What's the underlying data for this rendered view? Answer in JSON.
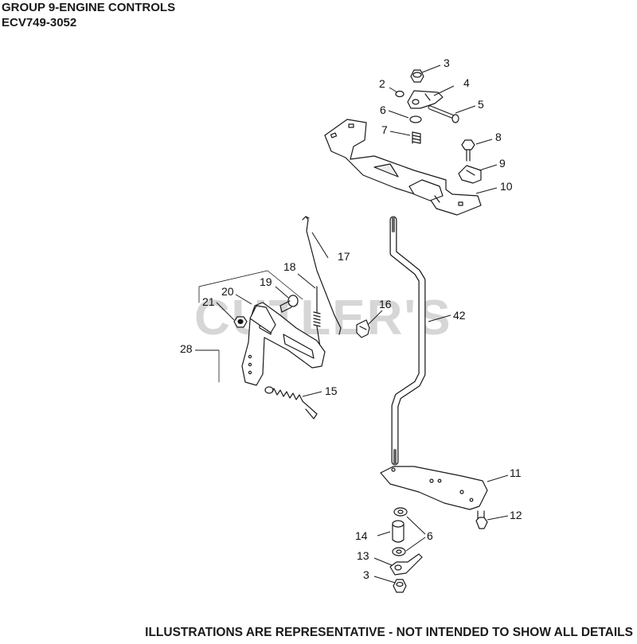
{
  "header": {
    "title": "GROUP 9-ENGINE CONTROLS",
    "model": "ECV749-3052"
  },
  "watermark": "CUTLER'S",
  "footer": "ILLUSTRATIONS ARE REPRESENTATIVE - NOT INTENDED TO SHOW ALL DETAILS",
  "callouts": {
    "c2": "2",
    "c3": "3",
    "c4": "4",
    "c5": "5",
    "c6": "6",
    "c7": "7",
    "c8": "8",
    "c9": "9",
    "c10": "10",
    "c11": "11",
    "c12": "12",
    "c13": "13",
    "c14": "14",
    "c15": "15",
    "c16": "16",
    "c17": "17",
    "c18": "18",
    "c19": "19",
    "c20": "20",
    "c21": "21",
    "c28": "28",
    "c42": "42",
    "c6b": "6",
    "c3b": "3"
  },
  "colors": {
    "line": "#1a1a1a",
    "part_fill": "#ffffff",
    "watermark": "#d6d6d6"
  }
}
